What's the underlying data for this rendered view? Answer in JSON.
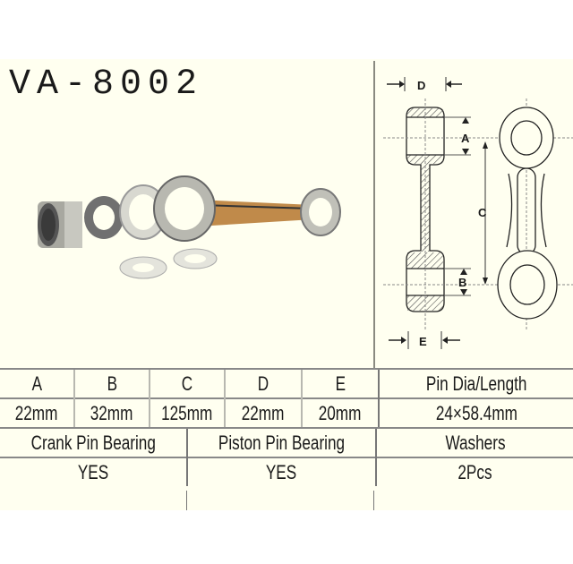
{
  "product": {
    "part_number": "VA-8002"
  },
  "diagram": {
    "labels": {
      "A": "A",
      "B": "B",
      "C": "C",
      "D": "D",
      "E": "E"
    }
  },
  "dimensions": {
    "headers": [
      "A",
      "B",
      "C",
      "D",
      "E"
    ],
    "values": [
      "22mm",
      "32mm",
      "125mm",
      "22mm",
      "20mm"
    ]
  },
  "pin": {
    "header": "Pin Dia/Length",
    "value": "24×58.4mm"
  },
  "components": {
    "headers": [
      "Crank Pin Bearing",
      "Piston Pin Bearing",
      "Washers"
    ],
    "values": [
      "YES",
      "YES",
      "2Pcs"
    ]
  },
  "colors": {
    "panel_bg": "#fffff0",
    "rod_bronze": "#c08a4a",
    "text": "#1a1a1a",
    "lines": "#888888"
  }
}
